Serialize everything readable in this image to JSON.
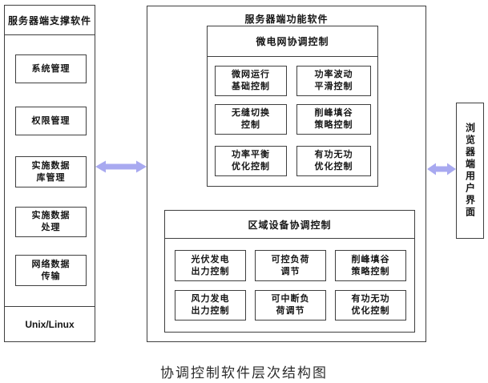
{
  "caption": "协调控制软件层次结构图",
  "colors": {
    "arrow": "#a8a9f0",
    "border": "#3f3f3f"
  },
  "left_panel": {
    "title": "服务器端支撑软件",
    "items": [
      "系统管理",
      "权限管理",
      "实施数据\n库管理",
      "实施数据\n处理",
      "网络数据\n传输"
    ],
    "footer": "Unix/Linux"
  },
  "middle_panel": {
    "title": "服务器端功能软件",
    "microgrid_section": {
      "title": "微电网协调控制",
      "items": [
        "微网运行\n基础控制",
        "功率波动\n平滑控制",
        "无缝切换\n控制",
        "削峰填谷\n策略控制",
        "功率平衡\n优化控制",
        "有功无功\n优化控制"
      ]
    },
    "regional_section": {
      "title": "区域设备协调控制",
      "items": [
        "光伏发电\n出力控制",
        "可控负荷\n调节",
        "削峰填谷\n策略控制",
        "风力发电\n出力控制",
        "可中断负\n荷调节",
        "有功无功\n优化控制"
      ]
    }
  },
  "right_panel": {
    "title": "浏览器端用户界面"
  }
}
